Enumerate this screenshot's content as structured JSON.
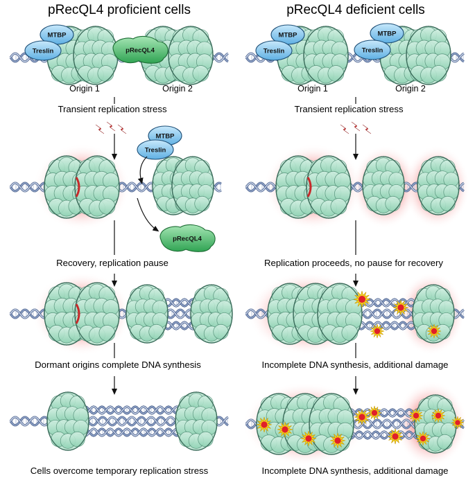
{
  "columns": {
    "left": {
      "header": "pRecQL4 proficient cells",
      "origin_labels": [
        "Origin 1",
        "Origin 2"
      ],
      "steps": [
        "Transient replication stress",
        "Recovery, replication pause",
        "Dormant origins complete DNA synthesis",
        "Cells overcome temporary replication stress"
      ]
    },
    "right": {
      "header": "pRecQL4 deficient cells",
      "origin_labels": [
        "Origin 1",
        "Origin 2"
      ],
      "steps": [
        "Transient replication stress",
        "Replication proceeds, no pause for recovery",
        "Incomplete DNA synthesis, additional damage",
        "Incomplete DNA synthesis, additional damage"
      ]
    }
  },
  "proteins": {
    "mtbp": "MTBP",
    "treslin": "Treslin",
    "precql4": "pRecQL4"
  },
  "colors": {
    "helicase": "#a8dcc4",
    "helicase_stroke": "#3a6b5a",
    "dna": "#8fa3c8",
    "dna_stroke": "#4a5f8a",
    "mtbp": "#8ec9ee",
    "precql4": "#5cc27a",
    "stress_bolt": "#d62c2c",
    "damage": "#e0202a",
    "glow": "#e83a3a"
  }
}
